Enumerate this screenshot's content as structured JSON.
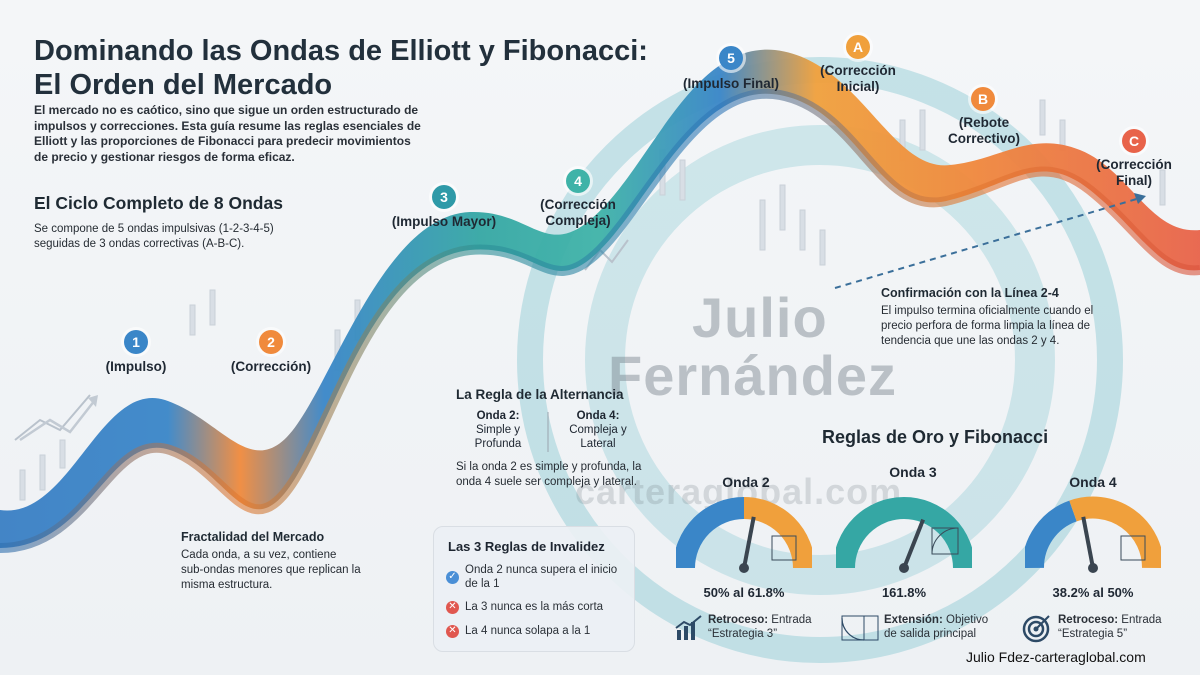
{
  "title_line1": "Dominando las Ondas de Elliott y Fibonacci:",
  "title_line2": "El Orden del Mercado",
  "intro": "El mercado no es caótico, sino que sigue un orden estructurado de impulsos y correcciones. Esta guía resume las reglas esenciales de Elliott y las proporciones de Fibonacci para predecir movimientos de precio y gestionar riesgos de forma eficaz.",
  "cycle": {
    "title": "El Ciclo Completo de 8 Ondas",
    "desc": "Se compone de 5 ondas impulsivas (1-2-3-4-5) seguidas de 3 ondas correctivas (A-B-C)."
  },
  "waves": [
    {
      "id": "1",
      "label": "(Impulso)",
      "color": "#3a86c8"
    },
    {
      "id": "2",
      "label": "(Corrección)",
      "color": "#f08a3c"
    },
    {
      "id": "3",
      "label": "(Impulso Mayor)",
      "color": "#2f9aa8"
    },
    {
      "id": "4",
      "label": "(Corrección Compleja)",
      "color": "#3fb3a8"
    },
    {
      "id": "5",
      "label": "(Impulso Final)",
      "color": "#3a86c8"
    },
    {
      "id": "A",
      "label": "(Corrección Inicial)",
      "color": "#f0a03c"
    },
    {
      "id": "B",
      "label": "(Rebote Correctivo)",
      "color": "#f08a3c"
    },
    {
      "id": "C",
      "label": "(Corrección Final)",
      "color": "#e8634a"
    }
  ],
  "fractal": {
    "title": "Fractalidad del Mercado",
    "desc": "Cada onda, a su vez, contiene sub-ondas menores que replican la misma estructura."
  },
  "alternancia": {
    "title": "La Regla de la Alternancia",
    "onda2_title": "Onda 2:",
    "onda2_desc": "Simple y Profunda",
    "onda4_title": "Onda 4:",
    "onda4_desc": "Compleja y Lateral",
    "desc": "Si la onda 2 es simple y profunda, la onda 4 suele ser compleja y lateral."
  },
  "invalidez": {
    "title": "Las 3 Reglas de Invalidez",
    "rules": [
      {
        "text": "Onda 2 nunca supera el inicio de la 1",
        "status": "ok"
      },
      {
        "text": "La 3 nunca es la más corta",
        "status": "bad"
      },
      {
        "text": "La 4 nunca solapa a la 1",
        "status": "bad"
      }
    ]
  },
  "linea24": {
    "title": "Confirmación con la Línea 2-4",
    "desc": "El impulso termina oficialmente cuando el precio perfora de forma limpia la línea de tendencia que une las ondas 2 y 4."
  },
  "fibo": {
    "title": "Reglas de Oro y Fibonacci",
    "gauges": [
      {
        "label": "Onda 2",
        "value": "50% al 61.8%",
        "level": 0.56,
        "foot_bold": "Retroceso:",
        "foot_rest": "Entrada “Estrategia 3”",
        "icon": "bar-chart-icon"
      },
      {
        "label": "Onda 3",
        "value": "161.8%",
        "level": 0.62,
        "foot_bold": "Extensión:",
        "foot_rest": "Objetivo de salida principal",
        "icon": "fibonacci-spiral-icon"
      },
      {
        "label": "Onda 4",
        "value": "38.2% al 50%",
        "level": 0.44,
        "foot_bold": "Retroceso:",
        "foot_rest": "Entrada “Estrategia 5”",
        "icon": "target-icon"
      }
    ]
  },
  "watermark_line1": "Julio",
  "watermark_line2": "Fernández",
  "watermark_line3": "carteraglobal.com",
  "credit": "Julio Fdez-carteraglobal.com",
  "colors": {
    "blue": "#3a86c8",
    "teal": "#35a7a4",
    "orange": "#f08a3c",
    "red": "#e8634a",
    "ok": "#4a8fd6",
    "bad": "#e0574f"
  }
}
